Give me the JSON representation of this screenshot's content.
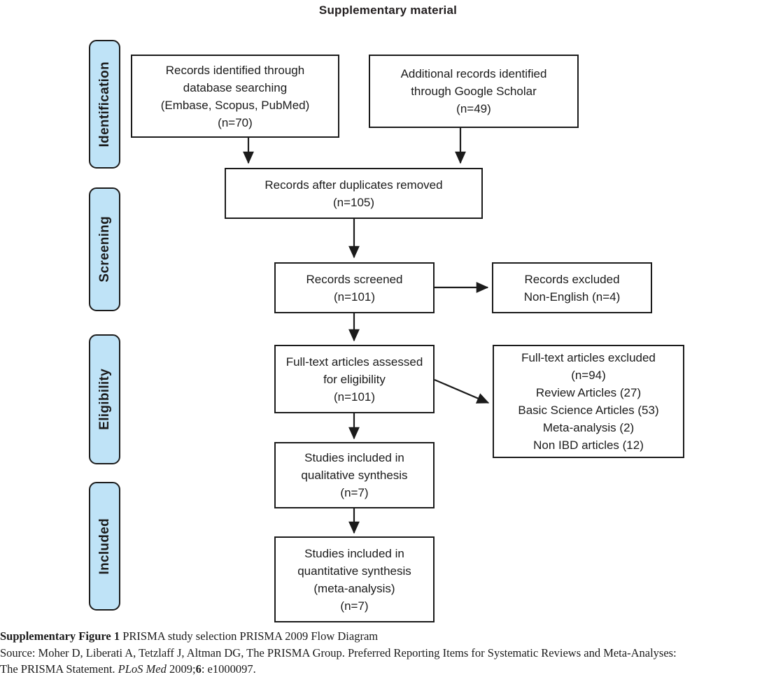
{
  "page": {
    "title": "Supplementary material"
  },
  "stages": [
    {
      "id": "identification",
      "label": "Identification"
    },
    {
      "id": "screening",
      "label": "Screening"
    },
    {
      "id": "eligibility",
      "label": "Eligibility"
    },
    {
      "id": "included",
      "label": "Included"
    }
  ],
  "boxes": [
    {
      "id": "records-identified-database",
      "text": "Records identified through\ndatabase searching\n(Embase, Scopus, PubMed)\n(n=70)"
    },
    {
      "id": "additional-records-google-scholar",
      "text": "Additional records identified\nthrough Google Scholar\n(n=49)"
    },
    {
      "id": "records-after-duplicates-removed",
      "text": "Records after duplicates removed\n(n=105)"
    },
    {
      "id": "records-screened",
      "text": "Records screened\n(n=101)"
    },
    {
      "id": "records-excluded",
      "text": "Records excluded\nNon-English (n=4)"
    },
    {
      "id": "full-text-assessed",
      "text": "Full-text articles assessed\nfor eligibility\n(n=101)"
    },
    {
      "id": "full-text-excluded",
      "text": "Full-text articles excluded\n(n=94)\nReview Articles (27)\nBasic Science Articles (53)\nMeta-analysis (2)\nNon IBD articles (12)"
    },
    {
      "id": "studies-qualitative",
      "text": "Studies included in\nqualitative synthesis\n(n=7)"
    },
    {
      "id": "studies-quantitative",
      "text": "Studies included in\nquantitative synthesis\n(meta-analysis)\n(n=7)"
    }
  ],
  "chart_data": {
    "type": "diagram",
    "title": "PRISMA 2009 Flow Diagram",
    "stages": [
      "Identification",
      "Screening",
      "Eligibility",
      "Included"
    ],
    "nodes": [
      {
        "stage": "Identification",
        "label": "Records identified through database searching (Embase, Scopus, PubMed)",
        "n": 70
      },
      {
        "stage": "Identification",
        "label": "Additional records identified through Google Scholar",
        "n": 49
      },
      {
        "stage": "Screening",
        "label": "Records after duplicates removed",
        "n": 105
      },
      {
        "stage": "Screening",
        "label": "Records screened",
        "n": 101
      },
      {
        "stage": "Screening",
        "label": "Records excluded Non-English",
        "n": 4
      },
      {
        "stage": "Eligibility",
        "label": "Full-text articles assessed for eligibility",
        "n": 101
      },
      {
        "stage": "Eligibility",
        "label": "Full-text articles excluded",
        "n": 94,
        "breakdown": [
          {
            "reason": "Review Articles",
            "n": 27
          },
          {
            "reason": "Basic Science Articles",
            "n": 53
          },
          {
            "reason": "Meta-analysis",
            "n": 2
          },
          {
            "reason": "Non IBD articles",
            "n": 12
          }
        ]
      },
      {
        "stage": "Included",
        "label": "Studies included in qualitative synthesis",
        "n": 7
      },
      {
        "stage": "Included",
        "label": "Studies included in quantitative synthesis (meta-analysis)",
        "n": 7
      }
    ],
    "edges": [
      {
        "from": "records-identified-database",
        "to": "records-after-duplicates-removed"
      },
      {
        "from": "additional-records-google-scholar",
        "to": "records-after-duplicates-removed"
      },
      {
        "from": "records-after-duplicates-removed",
        "to": "records-screened"
      },
      {
        "from": "records-screened",
        "to": "records-excluded"
      },
      {
        "from": "records-screened",
        "to": "full-text-assessed"
      },
      {
        "from": "full-text-assessed",
        "to": "full-text-excluded"
      },
      {
        "from": "full-text-assessed",
        "to": "studies-qualitative"
      },
      {
        "from": "studies-qualitative",
        "to": "studies-quantitative"
      }
    ]
  },
  "caption": {
    "line1_bold": "Supplementary Figure 1",
    "line1_rest": " PRISMA study selection PRISMA 2009 Flow Diagram",
    "line2": "Source: Moher D, Liberati A, Tetzlaff J, Altman DG, The PRISMA Group. Preferred Reporting Items for Systematic Reviews and Meta-Analyses:",
    "line3_a": "The PRISMA Statement. ",
    "line3_italic": "PLoS Med",
    "line3_b": " 2009;",
    "line3_bold": "6",
    "line3_c": ": e1000097."
  },
  "colors": {
    "stage_fill": "#bfe3f7",
    "stroke": "#1b1b1b",
    "box_fill": "#ffffff",
    "text": "#1b1b1b"
  }
}
